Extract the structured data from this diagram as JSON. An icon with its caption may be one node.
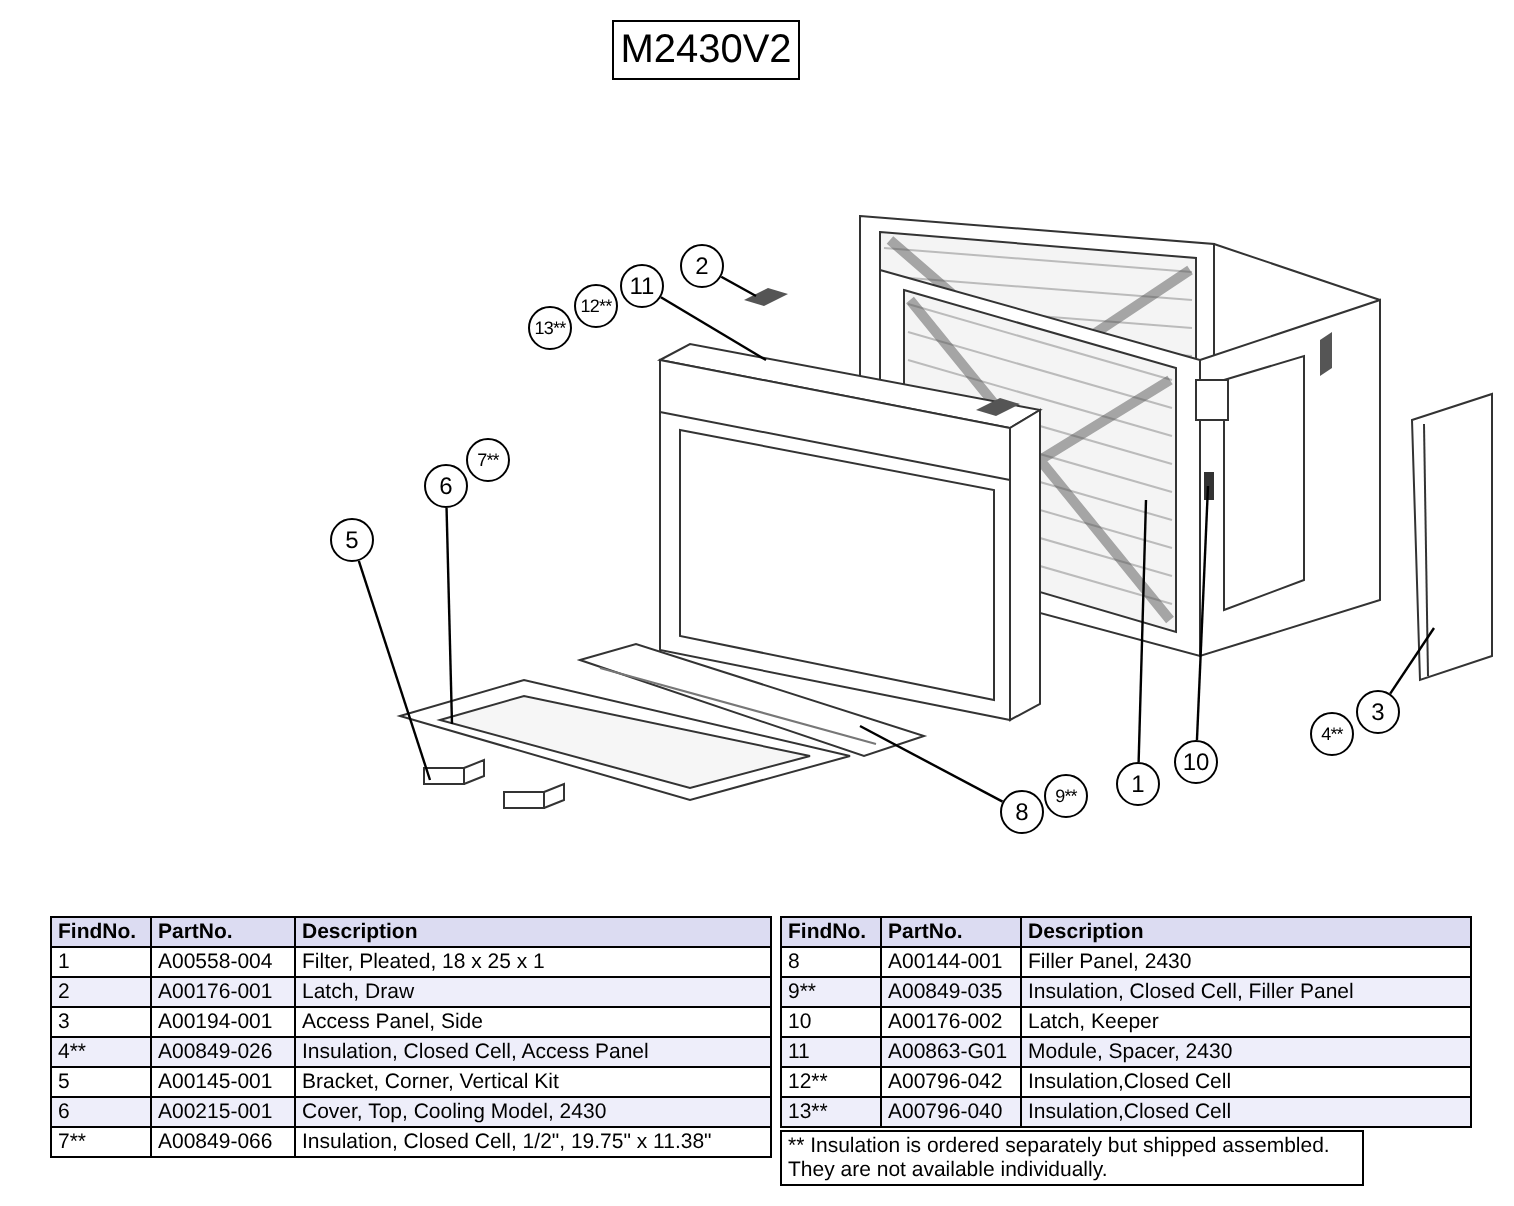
{
  "diagram": {
    "title": "M2430V2",
    "nodes": [
      {
        "text": [
          "2"
        ]
      },
      {
        "text": [
          "11"
        ]
      },
      {
        "text": [
          "12**"
        ]
      },
      {
        "text": [
          "13**"
        ]
      },
      {
        "text": [
          "7**"
        ]
      },
      {
        "text": [
          "6"
        ]
      },
      {
        "text": [
          "5"
        ]
      },
      {
        "text": [
          "3"
        ]
      },
      {
        "text": [
          "4**"
        ]
      },
      {
        "text": [
          "10"
        ]
      },
      {
        "text": [
          "1"
        ]
      },
      {
        "text": [
          "9**"
        ]
      },
      {
        "text": [
          "8"
        ]
      },
      {
        "text": [
          "** Insulation is ordered separately but shipped assembled. They are not available individually."
        ]
      }
    ],
    "edges": [
      {
        "from": 0,
        "to": null,
        "arrow": "none"
      },
      {
        "from": 1,
        "to": null,
        "arrow": "none"
      },
      {
        "from": 5,
        "to": null,
        "arrow": "none"
      },
      {
        "from": 6,
        "to": null,
        "arrow": "none"
      },
      {
        "from": 7,
        "to": null,
        "arrow": "none"
      },
      {
        "from": 9,
        "to": null,
        "arrow": "none"
      },
      {
        "from": 10,
        "to": null,
        "arrow": "none"
      },
      {
        "from": 12,
        "to": null,
        "arrow": "none"
      }
    ],
    "labels": [
      "FindNo.",
      "PartNo.",
      "Description",
      "1",
      "A00558-004",
      "Filter, Pleated, 18 x 25 x 1",
      "2",
      "A00176-001",
      "Latch, Draw",
      "3",
      "A00194-001",
      "Access Panel, Side",
      "4**",
      "A00849-026",
      "Insulation, Closed Cell, Access Panel",
      "5",
      "A00145-001",
      "Bracket, Corner, Vertical Kit",
      "6",
      "A00215-001",
      "Cover, Top, Cooling Model, 2430",
      "7**",
      "A00849-066",
      "Insulation, Closed Cell, 1/2\", 19.75\" x 11.38\"",
      "FindNo.",
      "PartNo.",
      "Description",
      "8",
      "A00144-001",
      "Filler Panel, 2430",
      "9**",
      "A00849-035",
      "Insulation, Closed Cell, Filler Panel",
      "10",
      "A00176-002",
      "Latch, Keeper",
      "11",
      "A00863-G01",
      "Module, Spacer, 2430",
      "12**",
      "A00796-042",
      "Insulation,Closed Cell",
      "13**",
      "A00796-040",
      "Insulation,Closed Cell"
    ]
  }
}
